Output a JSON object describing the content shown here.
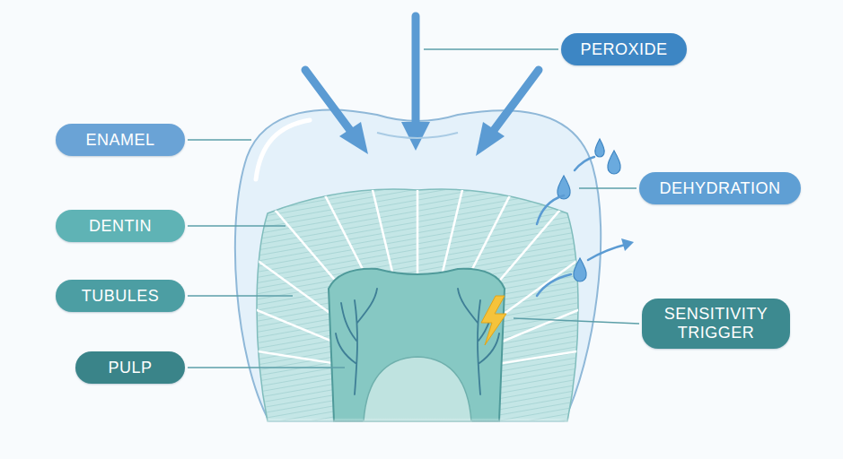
{
  "diagram": {
    "nodes": [
      {
        "text": [
          "PEROXIDE"
        ]
      },
      {
        "text": [
          "ENAMEL"
        ]
      },
      {
        "text": [
          "DEHYDRATION"
        ]
      },
      {
        "text": [
          "DENTIN"
        ]
      },
      {
        "text": [
          "TUBULES"
        ]
      },
      {
        "text": [
          "SENSITIVITY TRIGGER"
        ]
      },
      {
        "text": [
          "PULP"
        ]
      }
    ]
  }
}
